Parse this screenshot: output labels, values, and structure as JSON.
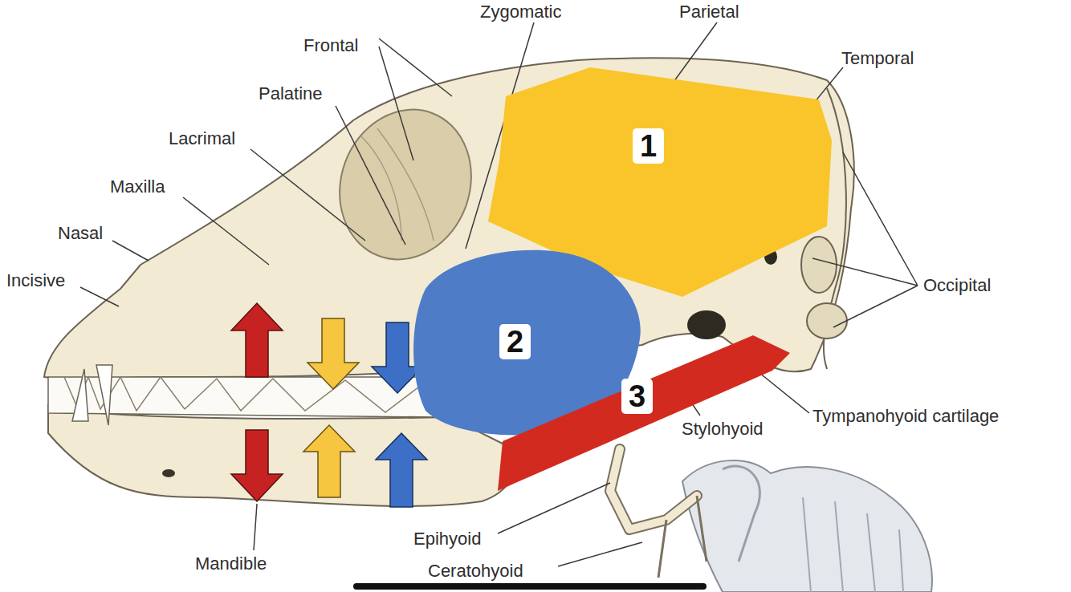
{
  "diagram": {
    "nodes": [
      {
        "text": [
          "1"
        ]
      },
      {
        "text": [
          "2"
        ]
      },
      {
        "text": [
          "3"
        ]
      }
    ],
    "labels": [
      "Zygomatic",
      "Parietal",
      "Frontal",
      "Temporal",
      "Palatine",
      "Lacrimal",
      "Maxilla",
      "Nasal",
      "Occipital",
      "Incisive",
      "Tympanohyoid cartilage",
      "Stylohyoid",
      "Epihyoid",
      "Mandible",
      "Ceratohyoid"
    ]
  }
}
